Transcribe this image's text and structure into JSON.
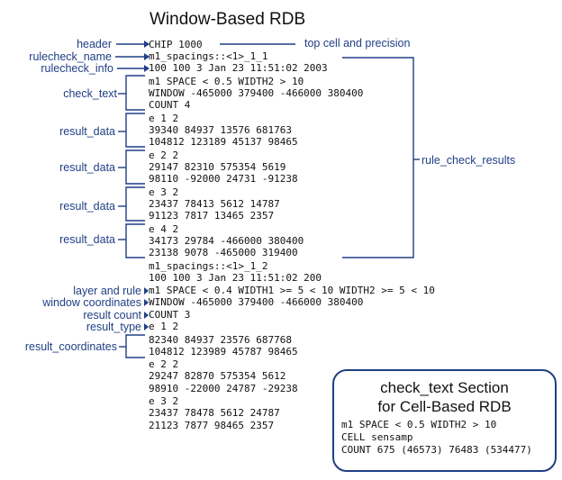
{
  "title": "Window-Based RDB",
  "labels": {
    "header": "header",
    "rulecheck_name": "rulecheck_name",
    "rulecheck_info": "rulecheck_info",
    "check_text": "check_text",
    "result_data_1": "result_data",
    "result_data_2": "result_data",
    "result_data_3": "result_data",
    "result_data_4": "result_data",
    "layer_and_rule": "layer and rule",
    "window_coordinates": "window coordinates",
    "result_count": "result count",
    "result_type": "result_type",
    "result_coordinates": "result_coordinates"
  },
  "annotations": {
    "top_cell": "top cell and precision",
    "rule_check_results": "rule_check_results"
  },
  "code": [
    "CHIP 1000",
    "m1_spacings::<1>_1_1",
    "100 100 3 Jan 23 11:51:02 2003",
    "m1 SPACE < 0.5 WIDTH2 > 10",
    "WINDOW -465000 379400 -466000 380400",
    "COUNT 4",
    "e 1 2",
    "39340 84937 13576 681763",
    "104812 123189 45137 98465",
    "e 2 2",
    "29147 82310 575354 5619",
    "98110 -92000 24731 -91238",
    "e 3 2",
    "23437 78413 5612 14787",
    "91123 7817 13465 2357",
    "e 4 2",
    "34173 29784 -466000 380400",
    "23138 9078 -465000 319400",
    "m1_spacings::<1>_1_2",
    "100 100 3 Jan 23 11:51:02 200",
    "m1 SPACE < 0.4 WIDTH1 >= 5 < 10 WIDTH2 >= 5 < 10",
    "WINDOW -465000 379400 -466000 380400",
    "COUNT 3",
    "e 1 2",
    "82340 84937 23576 687768",
    "104812 123989 45787 98465",
    "e 2 2",
    "29247 82870 575354 5612",
    "98910 -22000 24787 -29238",
    "e 3 2",
    "23437 78478 5612 24787",
    "21123 7877 98465 2357"
  ],
  "cell_box": {
    "title_line1": "check_text Section",
    "title_line2": "for Cell-Based RDB",
    "lines": [
      "m1 SPACE < 0.5 WIDTH2 > 10",
      "CELL sensamp",
      "COUNT 675 (46573) 76483 (534477)"
    ]
  },
  "colors": {
    "accent": "#1f3f85",
    "text": "#111111"
  }
}
